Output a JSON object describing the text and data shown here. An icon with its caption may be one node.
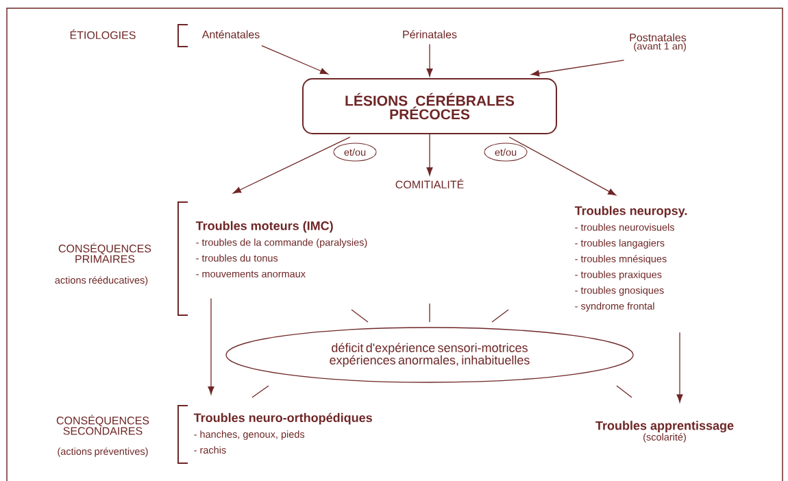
{
  "diagram": {
    "nodes": [
      {
        "text": [
          "Anténatales"
        ]
      },
      {
        "text": [
          "Périnatales"
        ]
      },
      {
        "text": [
          "Postnatales",
          "(avant 1 an)"
        ]
      },
      {
        "text": [
          "LÉSIONS CÉRÉBRALES PRÉCOCES"
        ]
      },
      {
        "text": [
          "et/ou"
        ]
      },
      {
        "text": [
          "et/ou"
        ]
      },
      {
        "text": [
          "COMITIALITÉ"
        ]
      },
      {
        "text": [
          "Troubles moteurs (IMC)",
          "- troubles de la commande (paralysies)",
          "- troubles du tonus",
          "- mouvements anormaux"
        ]
      },
      {
        "text": [
          "Troubles neuropsy.",
          "- troubles neurovisuels",
          "- troubles langagiers",
          "- troubles mnésiques",
          "- troubles praxiques",
          "- troubles gnosiques",
          "- syndrome frontal"
        ]
      },
      {
        "text": [
          "déficit d'expérience sensori-motrices expériences anormales, inhabituelles"
        ]
      },
      {
        "text": [
          "Troubles neuro-orthopédiques",
          "- hanches, genoux, pieds",
          "- rachis"
        ]
      },
      {
        "text": [
          "Troubles apprentissage",
          "(scolarité)"
        ]
      }
    ],
    "edges": [
      {
        "from": 0,
        "to": 3,
        "arrow": "to"
      },
      {
        "from": 1,
        "to": 3,
        "arrow": "to"
      },
      {
        "from": 2,
        "to": 3,
        "arrow": "to"
      },
      {
        "from": 3,
        "to": 7,
        "arrow": "to"
      },
      {
        "from": 3,
        "to": 6,
        "arrow": "to"
      },
      {
        "from": 3,
        "to": 8,
        "arrow": "to"
      },
      {
        "from": 7,
        "to": 10,
        "arrow": "to"
      },
      {
        "from": 8,
        "to": 11,
        "arrow": "to"
      }
    ],
    "labels": [
      "ÉTIOLOGIES",
      "CONSÉQUENCES PRIMAIRES",
      "actions rééducatives)",
      "CONSÉQUENCES SECONDAIRES",
      "(actions préventives)"
    ]
  }
}
